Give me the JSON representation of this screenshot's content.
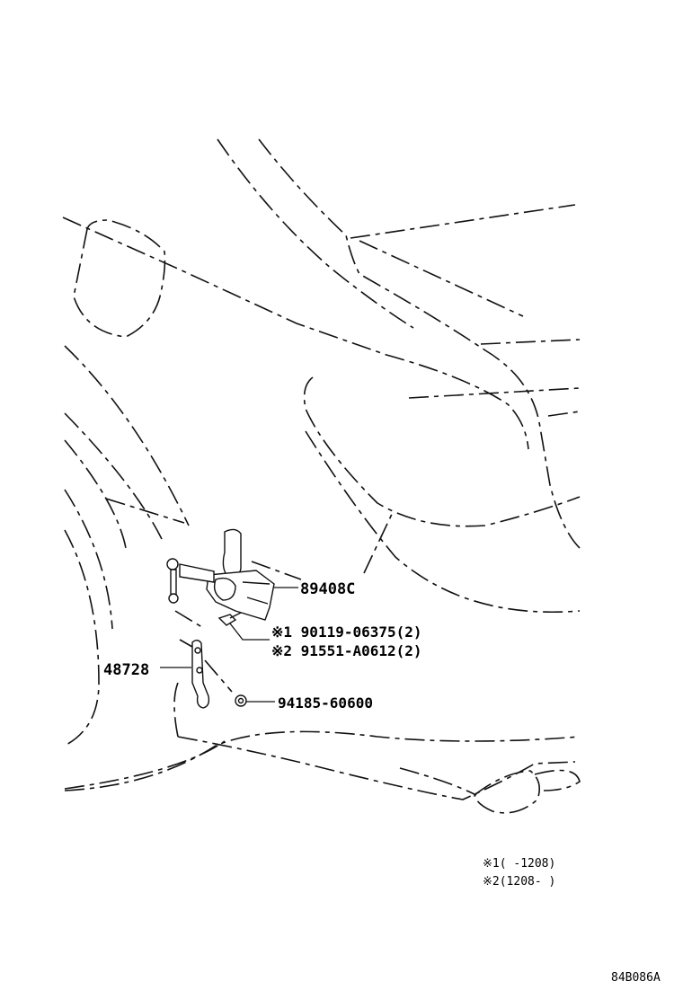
{
  "parts": {
    "p89408c": "89408C",
    "p48728": "48728",
    "p90119_line": "※1 90119-06375(2)",
    "p91551_line": "※2 91551-A0612(2)",
    "p94185": "94185-60600"
  },
  "notes": {
    "n1": "※1(   -1208)",
    "n2": "※2(1208-   )"
  },
  "ref_code": "84B086A"
}
